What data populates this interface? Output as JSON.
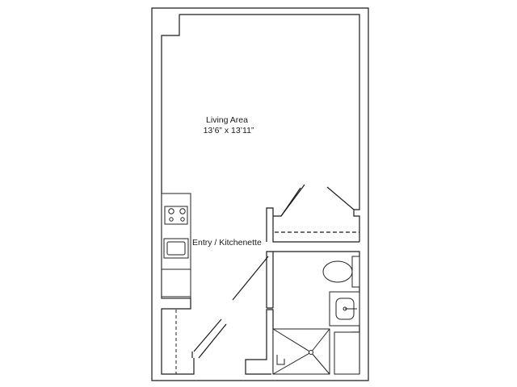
{
  "rooms": {
    "living": {
      "name": "Living Area",
      "dimensions": "13’6” x 13’11”"
    },
    "entry": {
      "name": "Entry / Kitchenette"
    }
  },
  "colors": {
    "wall": "#1a1a1a",
    "wall_fill": "#ffffff",
    "fixture": "#222222"
  }
}
